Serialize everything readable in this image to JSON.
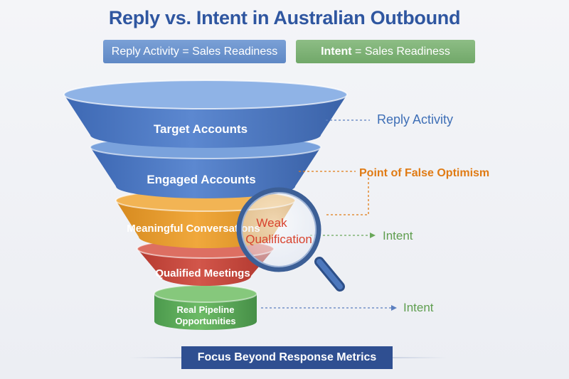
{
  "title": "Reply vs. Intent in Australian Outbound",
  "legend": {
    "reply_text": "Reply Activity = Sales Readiness",
    "intent_bold": "Intent",
    "intent_rest": " = Sales Readiness"
  },
  "stages": [
    {
      "label": "Target Accounts",
      "color": "#4a77c4"
    },
    {
      "label": "Engaged Accounts",
      "color": "#4a77c4"
    },
    {
      "label": "Meaningful Conversations",
      "color": "#e39a2c"
    },
    {
      "label": "Qualified Meetings",
      "color": "#c7463a"
    },
    {
      "label_line1": "Real Pipeline",
      "label_line2": "Opportunities",
      "color": "#5aa95a"
    }
  ],
  "annotations": {
    "reply_activity": "Reply Activity",
    "false_optimism": "Point of False Optimism",
    "intent_1": "Intent",
    "intent_2": "Intent",
    "weak_line1": "Weak",
    "weak_line2": "Qualification"
  },
  "colors": {
    "blue": "#4a77c4",
    "orange": "#e39a2c",
    "red": "#c7463a",
    "green": "#5aa95a",
    "accent_orange": "#e07b14",
    "intent_green": "#5f9e4f",
    "reply_blue": "#3f6fb6"
  },
  "footer": "Focus Beyond Response Metrics"
}
